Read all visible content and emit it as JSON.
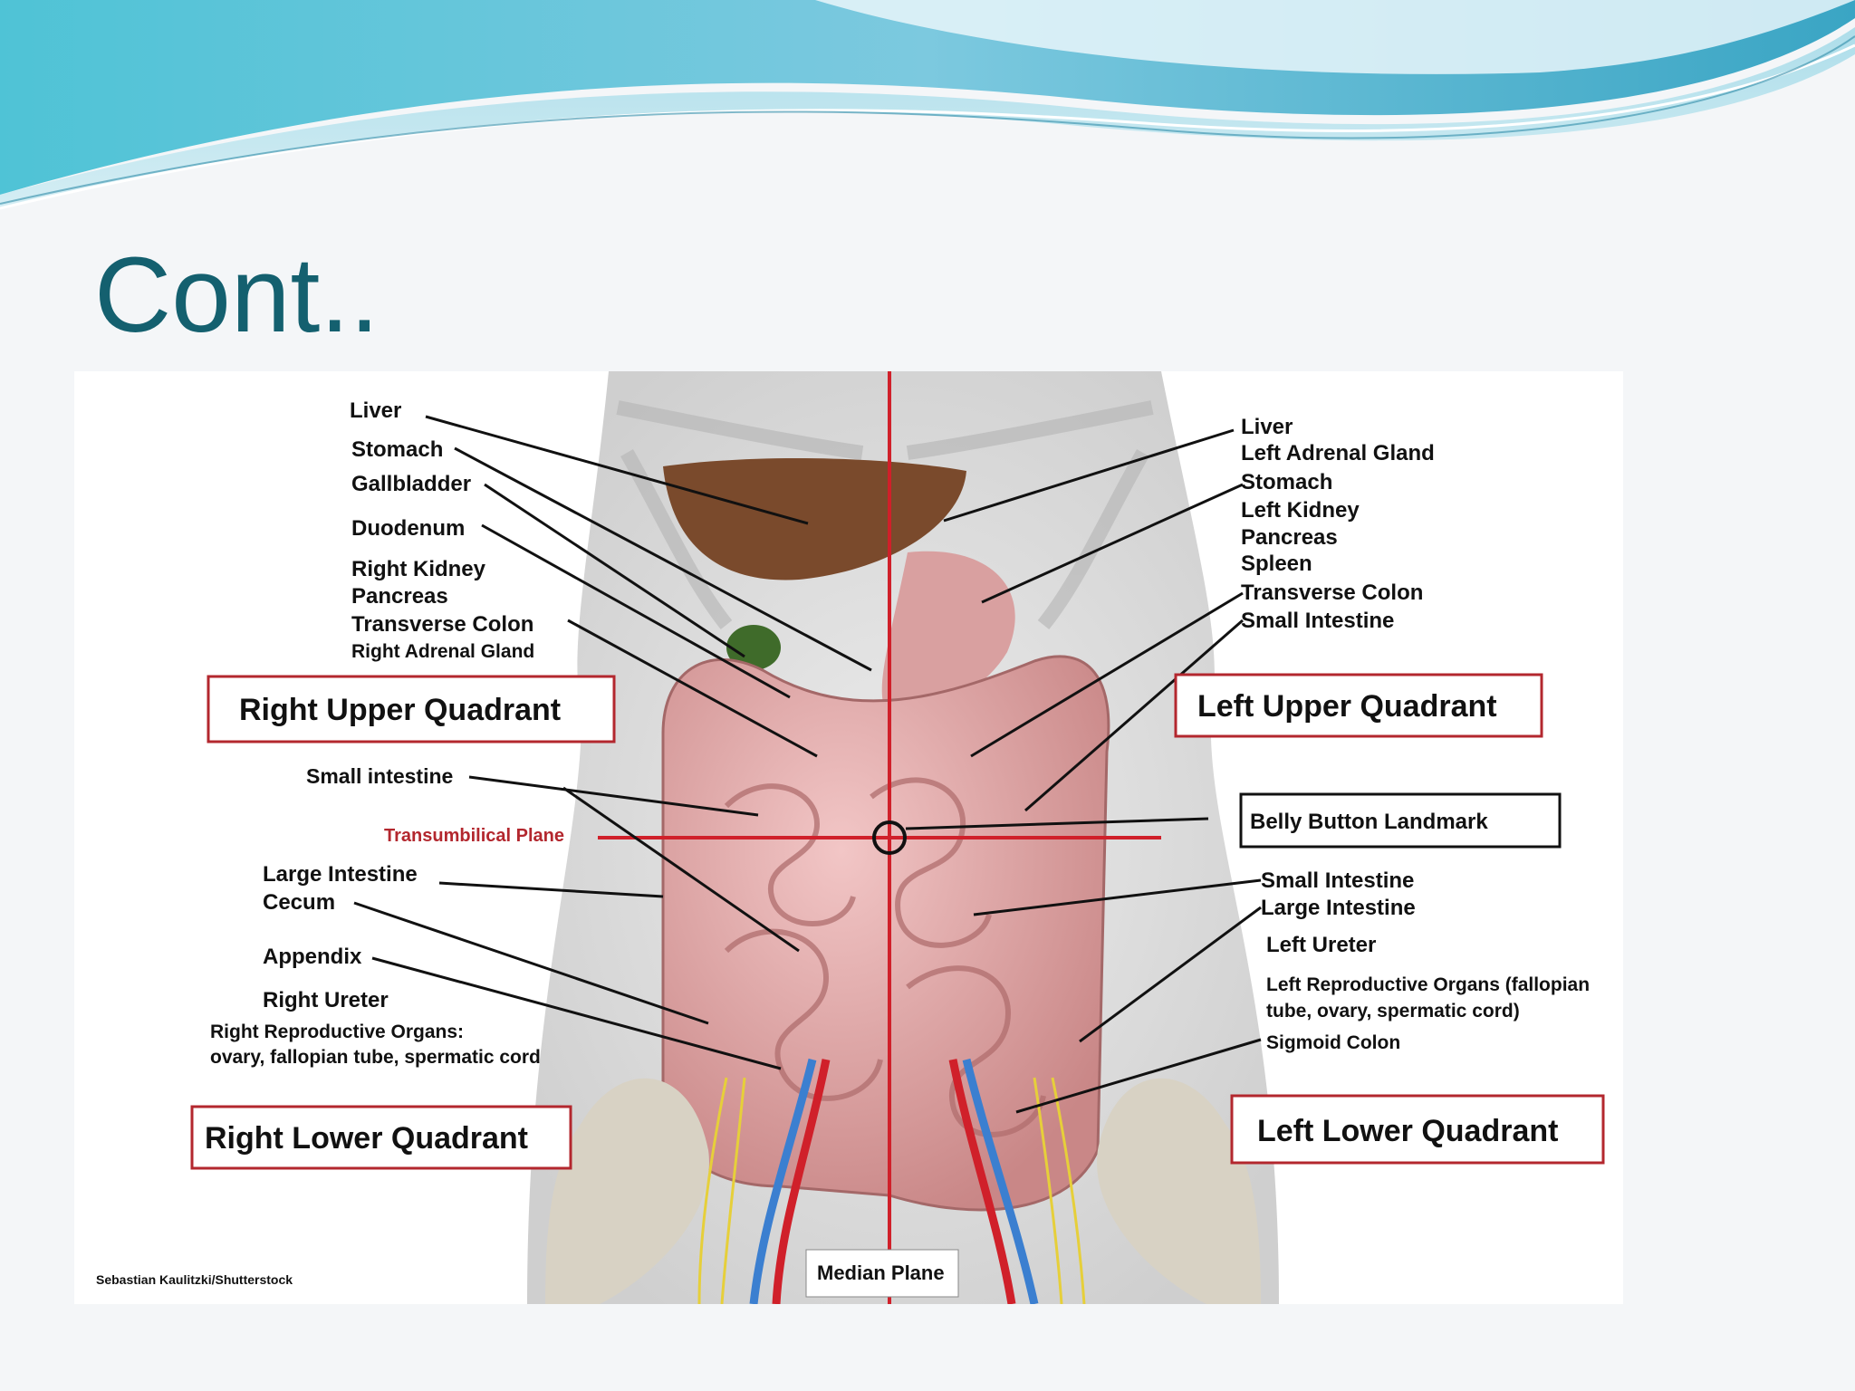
{
  "slide": {
    "title": "Cont.."
  },
  "diagram": {
    "quadrants": {
      "right_upper": "Right Upper Quadrant",
      "left_upper": "Left Upper Quadrant",
      "right_lower": "Right Lower Quadrant",
      "left_lower": "Left Lower Quadrant"
    },
    "planes": {
      "transumbilical": "Transumbilical Plane",
      "median": "Median Plane",
      "belly_button": "Belly Button Landmark"
    },
    "right_upper_labels": [
      "Liver",
      "Stomach",
      "Gallbladder",
      "Duodenum",
      "Right Kidney",
      "Pancreas",
      "Transverse Colon",
      "Right Adrenal Gland"
    ],
    "left_upper_labels": [
      "Liver",
      "Left Adrenal Gland",
      "Stomach",
      "Left Kidney",
      "Pancreas",
      "Spleen",
      "Transverse Colon",
      "Small Intestine"
    ],
    "right_lower_labels": {
      "small_intestine": "Small intestine",
      "large_intestine": "Large Intestine",
      "cecum": "Cecum",
      "appendix": "Appendix",
      "right_ureter": "Right Ureter",
      "reproductive_1": "Right Reproductive Organs:",
      "reproductive_2": "ovary, fallopian tube, spermatic cord"
    },
    "left_lower_labels": {
      "small_intestine": "Small Intestine",
      "large_intestine": "Large Intestine",
      "left_ureter": "Left Ureter",
      "reproductive_1": "Left Reproductive Organs (fallopian",
      "reproductive_2": "tube, ovary, spermatic cord)",
      "sigmoid_colon": "Sigmoid Colon"
    },
    "credit": "Sebastian Kaulitzki/Shutterstock",
    "colors": {
      "title": "#14606f",
      "quadrant_border": "#b3272e",
      "plane_line": "#d0202a",
      "plane_label": "#b3272e"
    }
  }
}
